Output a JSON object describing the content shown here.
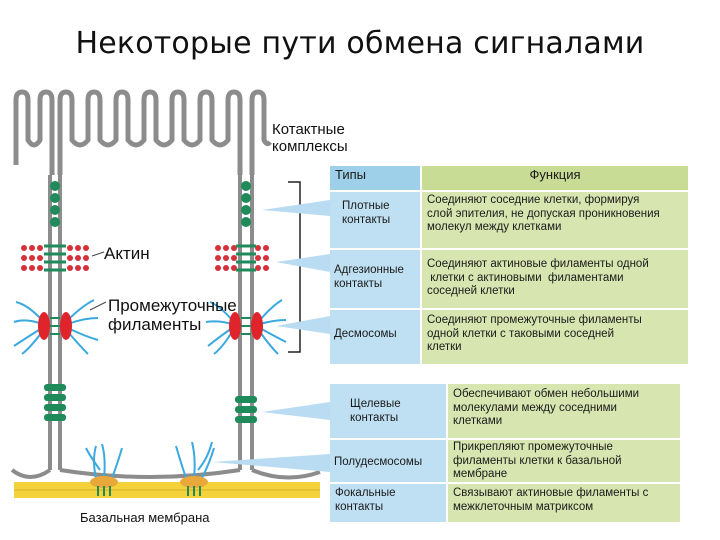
{
  "title": "Некоторые пути обмена  сигналами",
  "diagram_labels": {
    "contact_complexes": "Котактные\nкомплексы",
    "actin": "Актин",
    "intermediate_filaments": "Промежуточные\nфиламенты",
    "basal_membrane": "Базальная мембрана"
  },
  "table": {
    "header_types": "Типы",
    "header_function": "Функция",
    "rows": [
      {
        "type": "Плотные\nконтакты",
        "function": "Соединяют соседние клетки, формируя\nслой эпителия, не допуская проникновения\nмолекул между клетками"
      },
      {
        "type": "Адгезионные\nконтакты",
        "function": "Соединяют актиновые филаменты одной\n клетки с актиновыми  филаментами\nсоседней клетки"
      },
      {
        "type": "Десмосомы",
        "function": "Соединяют промежуточные филаменты\nодной клетки с таковыми соседней\nклетки"
      },
      {
        "type": "Щелевые\nконтакты",
        "function": "Обеспечивают обмен небольшими\nмолекулами между соседними\nклетками"
      },
      {
        "type": "Полудесмосомы",
        "function": "Прикрепляют промежуточные\nфиламенты клетки к базальной\nмембране"
      },
      {
        "type": "Фокальные\nконтакты",
        "function": "Связывают актиновые филаменты с\nмежклеточным матриксом"
      }
    ]
  },
  "colors": {
    "membrane": "#8c8c8c",
    "junction": "#1f8a5a",
    "actin": "#d6303a",
    "desmosome": "#e0242c",
    "filament": "#3aa9e0",
    "basal": "#f3d23c",
    "type_cell": "#bfe0f3",
    "function_cell": "#d7e6b0",
    "table_header": "#9fd0ea"
  }
}
